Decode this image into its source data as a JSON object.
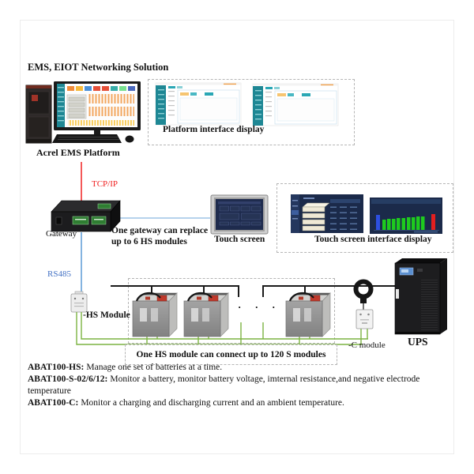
{
  "title": "EMS, EIOT Networking Solution",
  "platform": {
    "label": "Acrel EMS Platform",
    "display_caption": "Platform interface display"
  },
  "network": {
    "tcpip_label": "TCP/IP",
    "rs485_label": "RS485",
    "gateway_label": "Gateway",
    "gateway_note_line1": "One gateway can replace",
    "gateway_note_line2": "up to 6 HS modules"
  },
  "touch": {
    "label": "Touch screen",
    "display_caption": "Touch screen interface display"
  },
  "battery_chain": {
    "hs_module_label": "-HS Module",
    "c_module_label": "-C module",
    "ellipsis": "· · ·",
    "note": "One HS module can connect up to 120 S modules",
    "ups_label": "UPS"
  },
  "descriptions": [
    {
      "term": "ABAT100-HS:",
      "text": "Manage one set of batteries at a time."
    },
    {
      "term": "ABAT100-S-02/6/12:",
      "text": "Monitor a battery, monitor battery voltage, imternal resistance,and negative electrode temperature"
    },
    {
      "term": "ABAT100-C:",
      "text": "Monitor a charging and discharging current and an ambient temperature."
    }
  ],
  "colors": {
    "tcpip_red": "#f02020",
    "rs485_blue": "#4472c4",
    "wire_blue": "#9dc3e6",
    "wire_green": "#7cb342",
    "wire_black": "#1a1a1a",
    "screen_navy": "#1c2b4a",
    "sidebar_teal": "#1e8794"
  }
}
